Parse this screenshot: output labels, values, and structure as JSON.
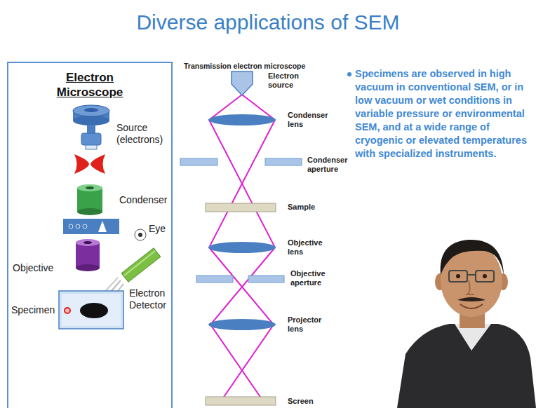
{
  "diagram": {
    "title": "Diverse applications of SEM",
    "nodes": [
      {
        "text": [
          "Electron Microscope"
        ]
      }
    ],
    "labels": [
      "Source (electrons)",
      "Condenser",
      "Eye",
      "Objective",
      "Electron Detector",
      "Specimen",
      "Transmission electron microscope",
      "Electron source",
      "Condenser lens",
      "Condenser aperture",
      "Sample",
      "Objective lens",
      "Objective aperture",
      "Projector lens",
      "Screen",
      "Specimens are observed in high vacuum in conventional SEM, or in low vacuum or wet conditions in variable pressure or environmental SEM, and at a wide range of cryogenic or elevated temperatures with specialized instruments."
    ]
  }
}
